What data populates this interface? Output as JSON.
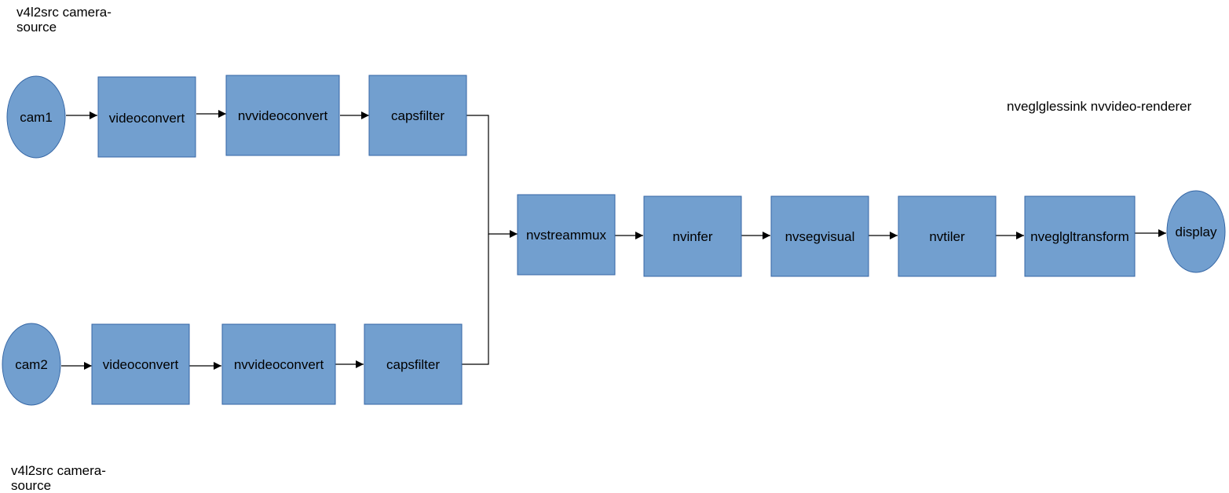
{
  "notes": {
    "top_source": "v4l2src camera-\nsource",
    "bottom_source": "v4l2src camera-\nsource",
    "sink": "nveglglessink nvvideo-renderer"
  },
  "nodes": {
    "cam1": "cam1",
    "cam1_videoconvert": "videoconvert",
    "cam1_nvvideoconvert": "nvvideoconvert",
    "cam1_capsfilter": "capsfilter",
    "cam2": "cam2",
    "cam2_videoconvert": "videoconvert",
    "cam2_nvvideoconvert": "nvvideoconvert",
    "cam2_capsfilter": "capsfilter",
    "nvstreammux": "nvstreammux",
    "nvinfer": "nvinfer",
    "nvsegvisual": "nvsegvisual",
    "nvtiler": "nvtiler",
    "nveglgltransform": "nveglgltransform",
    "display": "display"
  },
  "colors": {
    "node_fill": "#729fcf",
    "node_stroke": "#3465a4",
    "edge": "#000000"
  }
}
